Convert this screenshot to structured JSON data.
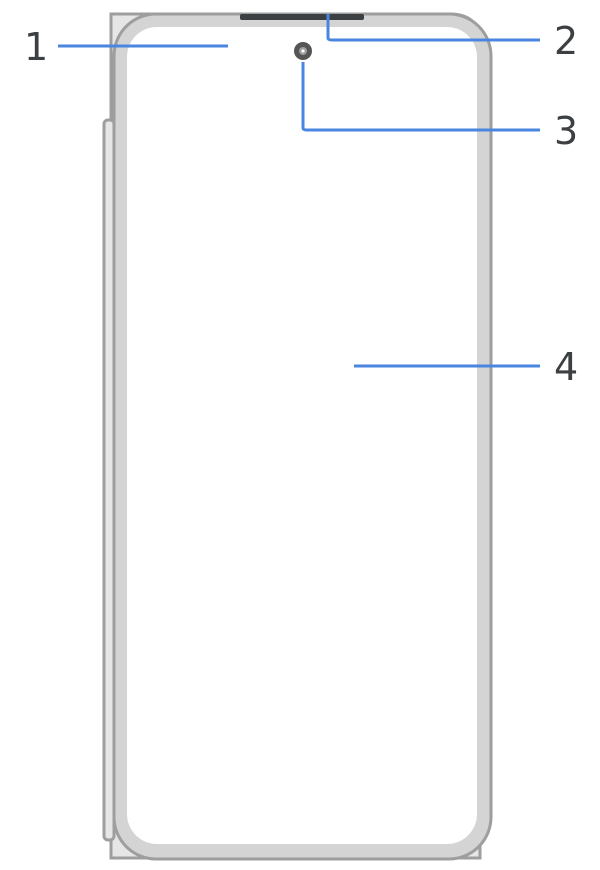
{
  "callouts": [
    {
      "number": "1"
    },
    {
      "number": "2"
    },
    {
      "number": "3"
    },
    {
      "number": "4"
    }
  ],
  "colors": {
    "leader_line": "#4a86e0",
    "outline": "#9e9e9e",
    "bezel": "#d4d4d4",
    "screen": "#ffffff",
    "back_panel": "#e6e6e6",
    "camera": "#555555",
    "text": "#3c4043"
  }
}
